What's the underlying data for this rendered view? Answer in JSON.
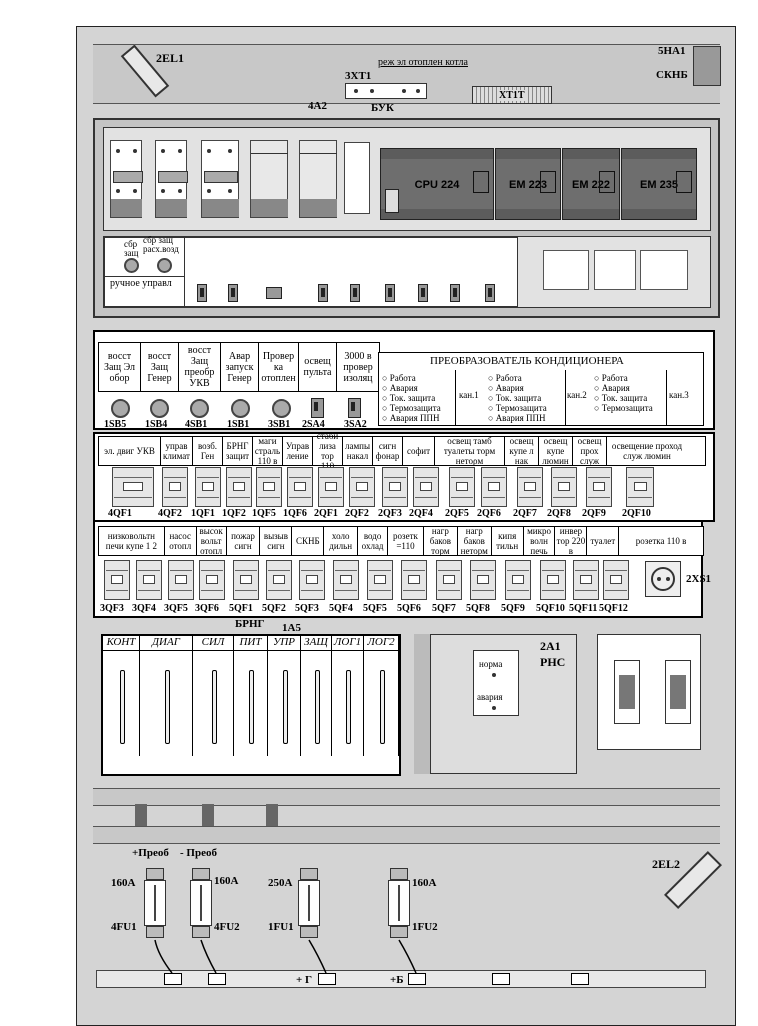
{
  "top": {
    "lamp1": "2EL1",
    "lamp2": "2EL2",
    "horn": "5HA1",
    "horn_label": "СКНБ",
    "xt1_title": "реж эл отоплен котла",
    "xt1": "3ХТ1",
    "xt1t": "ХТ1Т",
    "rail_label": "4А2",
    "rail_label2": "БУК"
  },
  "plc": [
    "CPU 224",
    "EM 223",
    "EM 222",
    "EM 235"
  ],
  "sub": {
    "btn1": "сбр защ",
    "btn2": "сбр защ расх.возд",
    "manual": "ручное управл"
  },
  "buttons": {
    "cells": [
      "восст Защ Эл обор",
      "восст Защ Генер",
      "восст Защ преобр УКВ",
      "Авар запуск Генер",
      "Провер ка отоплен",
      "освещ пульта",
      "3000 в провер изоляц"
    ],
    "labels": [
      "1SB5",
      "1SB4",
      "4SB1",
      "1SB1",
      "3SB1",
      "2SA4",
      "3SA2"
    ]
  },
  "conv": {
    "title": "ПРЕОБРАЗОВАТЕЛЬ КОНДИЦИОНЕРА",
    "ch1": [
      "Работа",
      "Авария",
      "Ток. защита",
      "Термозащита",
      "Авария ППН"
    ],
    "ch1_label": "кан.1",
    "ch2": [
      "Работа",
      "Авария",
      "Ток. защита",
      "Термозащита",
      "Авария ППН"
    ],
    "ch2_label": "кан.2",
    "ch3": [
      "Работа",
      "Авария",
      "Ток. защита",
      "Термозащита"
    ],
    "ch3_label": "кан.3"
  },
  "row1": {
    "cells": [
      "эл. двиг УКВ",
      "управ климат",
      "возб. Ген",
      "БРНГ защит",
      "маги страль 110 в",
      "Управ ление",
      "стаби лиза тор 110",
      "лампы накал",
      "сигн фонар",
      "софит",
      "освещ тамб туалеты торм нетορм",
      "освещ купе л нак",
      "освещ купе люмин",
      "освещ прох служ",
      "освещение проход служ люмин"
    ],
    "labels": [
      "4QF1",
      "4QF2",
      "1QF1",
      "1QF2",
      "1QF5",
      "1QF6",
      "2QF1",
      "2QF2",
      "2QF3",
      "2QF4",
      "2QF5",
      "2QF6",
      "2QF7",
      "2QF8",
      "2QF9",
      "2QF10"
    ]
  },
  "row2": {
    "cells": [
      "низковольтн печи купе 1 2",
      "насос отопл",
      "высок вольт отопл",
      "пожар сигн",
      "вызыв сигн",
      "СКНБ",
      "холо дильн",
      "водо охлад",
      "розетк =110",
      "нагр баков торм",
      "нагр баков неторм",
      "кипя тильн",
      "микро волн печь",
      "инвер тор 220 в",
      "туалет",
      "розетка 110 в"
    ],
    "labels": [
      "3QF3",
      "3QF4",
      "3QF5",
      "3QF6",
      "5QF1",
      "5QF2",
      "5QF3",
      "5QF4",
      "5QF5",
      "5QF6",
      "5QF7",
      "5QF8",
      "5QF9",
      "5QF10",
      "5QF11",
      "5QF12"
    ],
    "socket": "2XS1"
  },
  "brng": {
    "title": "БРНГ",
    "id": "1А5",
    "cards": [
      "КОНТ",
      "ДИАГ",
      "СИЛ",
      "ПИТ",
      "УПР",
      "ЗАЩ",
      "ЛОГ1",
      "ЛОГ2"
    ]
  },
  "rns": {
    "id": "2А1",
    "name": "РНС",
    "norm": "норма",
    "fail": "авария"
  },
  "fuses": {
    "plus": "+Преоб",
    "minus": "- Преоб",
    "f1_rating": "160А",
    "f1": "4FU1",
    "f2_rating": "160А",
    "f2": "4FU2",
    "f3_rating": "250А",
    "f3": "1FU1",
    "f4_rating": "160А",
    "f4": "1FU2",
    "g": "+ Г",
    "b": "+Б"
  }
}
